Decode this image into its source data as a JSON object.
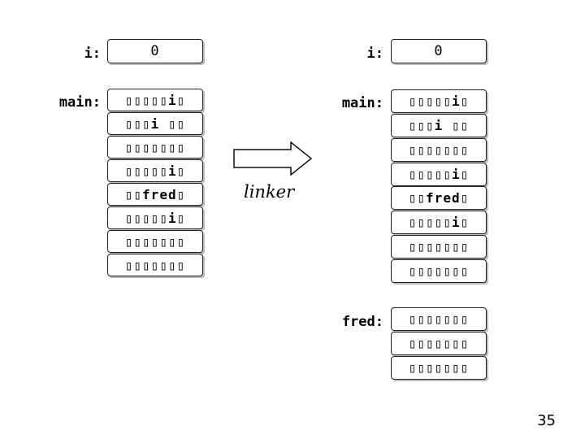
{
  "before": {
    "i_label": "i:",
    "i_value": "0",
    "main_label": "main:",
    "main_cells": [
      "▯▯▯▯▯i▯",
      "▯▯▯i ▯▯",
      "▯▯▯▯▯▯▯",
      "▯▯▯▯▯i▯",
      "▯▯fred▯",
      "▯▯▯▯▯i▯",
      "▯▯▯▯▯▯▯",
      "▯▯▯▯▯▯▯"
    ]
  },
  "arrow_caption": "linker",
  "after": {
    "i_label": "i:",
    "i_value": "0",
    "main_label": "main:",
    "main_cells": [
      "▯▯▯▯▯i▯",
      "▯▯▯i ▯▯",
      "▯▯▯▯▯▯▯",
      "▯▯▯▯▯i▯",
      "▯▯fred▯",
      "▯▯▯▯▯i▯",
      "▯▯▯▯▯▯▯",
      "▯▯▯▯▯▯▯"
    ],
    "fred_label": "fred:",
    "fred_cells": [
      "▯▯▯▯▯▯▯",
      "▯▯▯▯▯▯▯",
      "▯▯▯▯▯▯▯"
    ]
  },
  "page_number": "35"
}
